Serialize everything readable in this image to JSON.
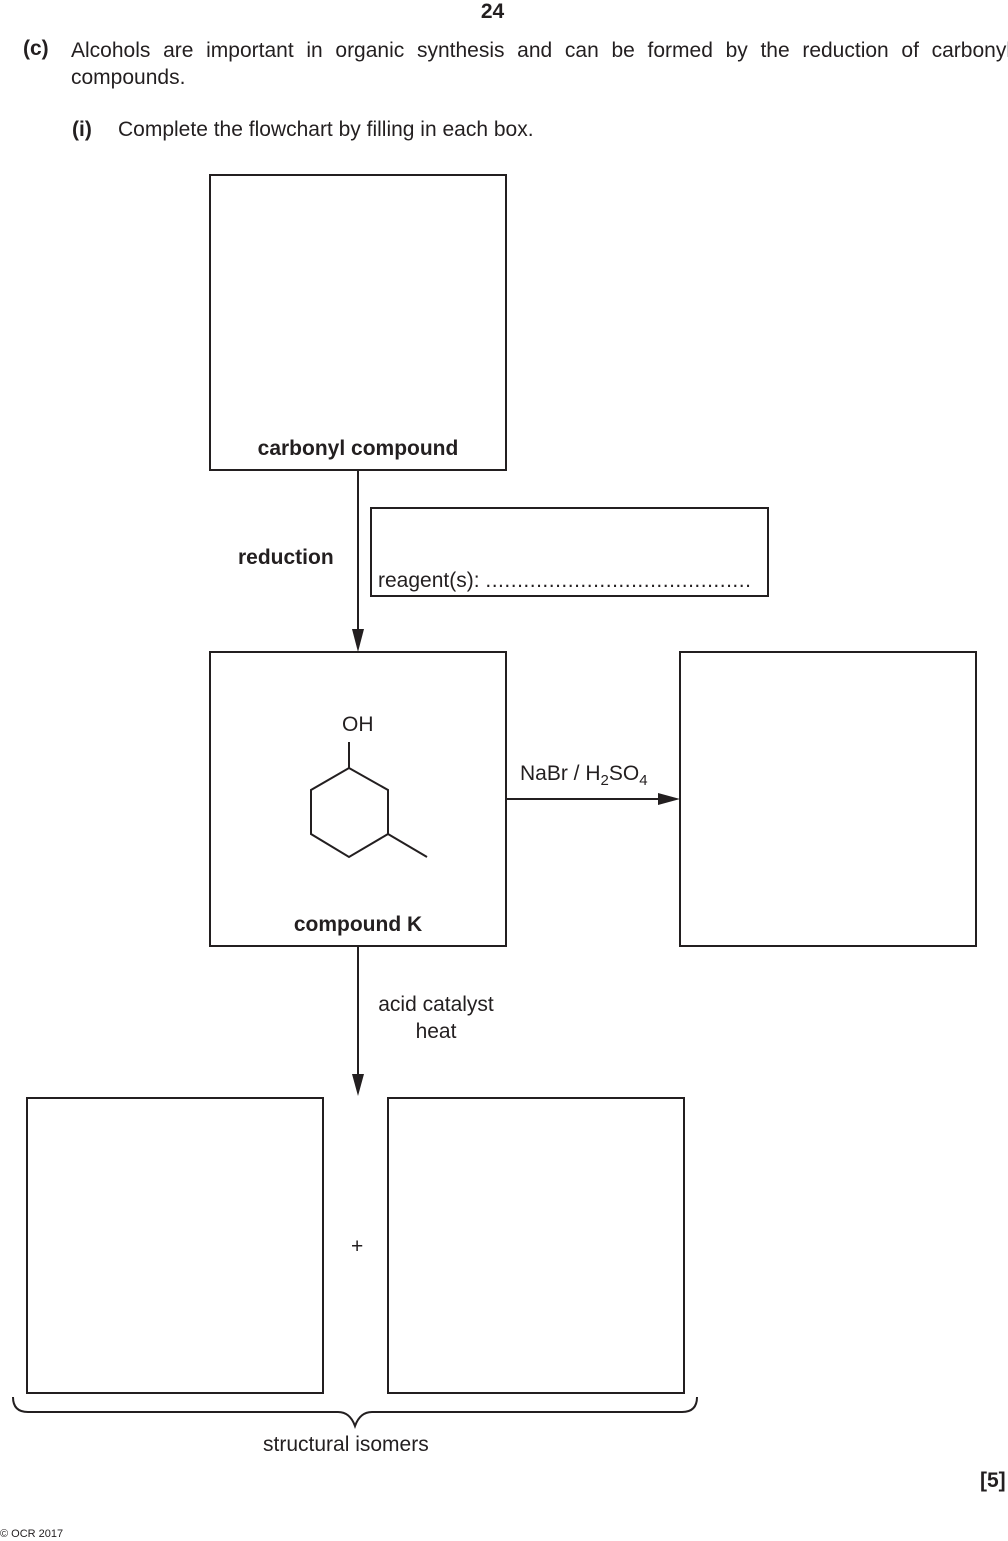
{
  "page_number": "24",
  "part_label": "(c)",
  "intro_text": "Alcohols are important in organic synthesis and can be formed by the reduction of carbonyl compounds.",
  "sub_label": "(i)",
  "sub_text": "Complete the flowchart by filling in each box.",
  "flowchart": {
    "carbonyl_caption": "carbonyl compound",
    "reduction_label": "reduction",
    "reagent_label": "reagent(s):",
    "reagent_dots": "..........................................",
    "compound_k_caption": "compound K",
    "oh_label": "OH",
    "reaction_reagent": {
      "prefix": "NaBr / H",
      "sub1": "2",
      "middle": "SO",
      "sub2": "4"
    },
    "acid_line1": "acid catalyst",
    "acid_line2": "heat",
    "plus": "+",
    "isomers_label": "structural isomers"
  },
  "marks": "[5]",
  "copyright": "© OCR 2017"
}
